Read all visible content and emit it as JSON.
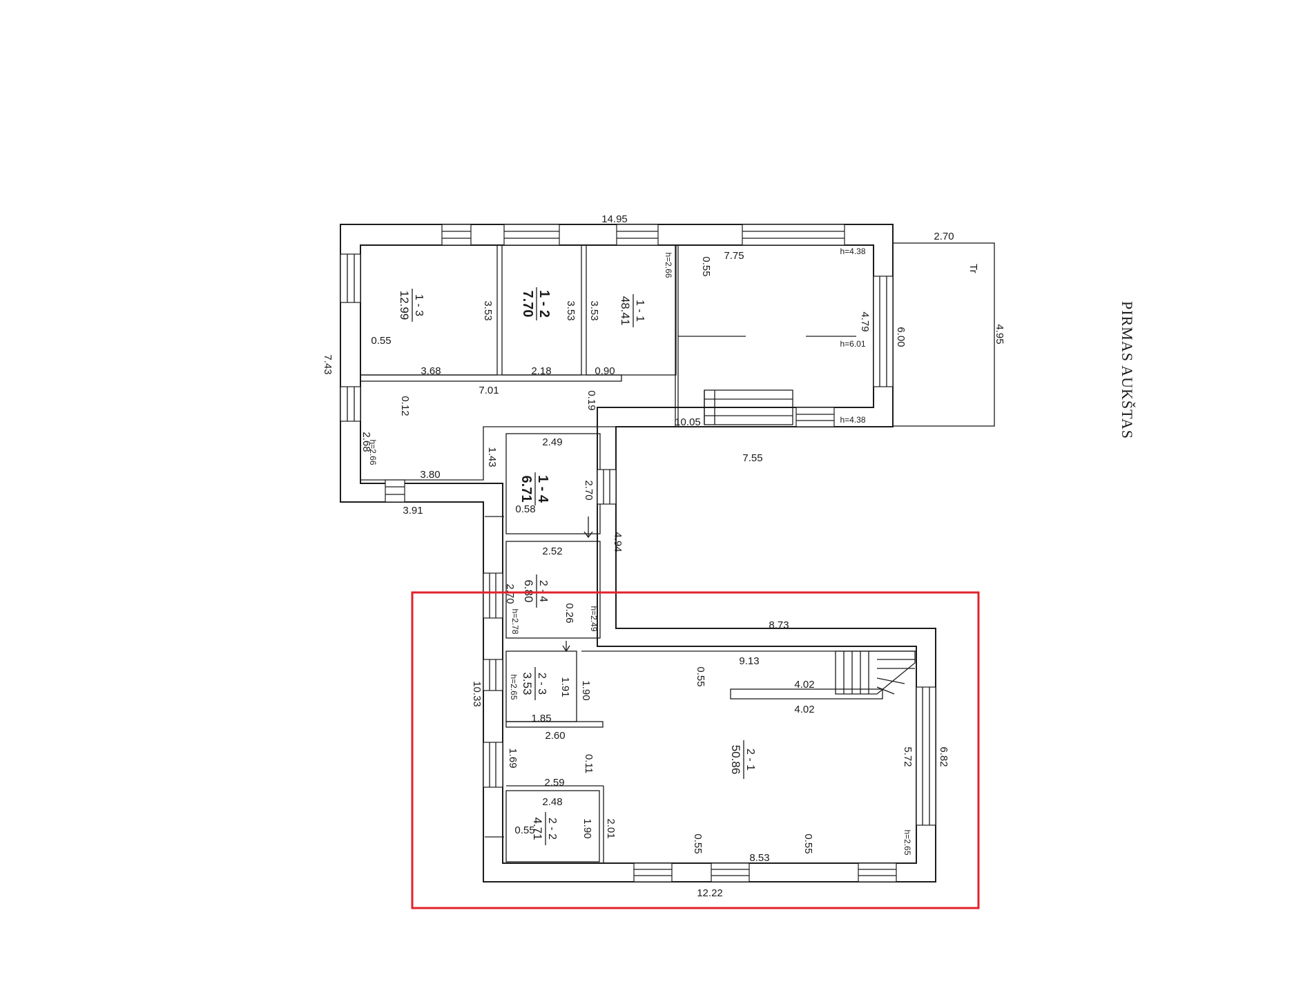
{
  "drawing": {
    "title": "PIRMAS AUKŠTAS",
    "terrace_label": "Tr"
  },
  "colors": {
    "line": "#1a1a1a",
    "highlight": "#e1222b",
    "background": "#ffffff"
  },
  "rooms": [
    {
      "id": "1 - 3",
      "area": "12.99"
    },
    {
      "id": "1 - 2",
      "area": "7.70"
    },
    {
      "id": "1 - 1",
      "area": "48.41"
    },
    {
      "id": "1 - 4",
      "area": "6.71"
    },
    {
      "id": "2 - 4",
      "area": "6.80"
    },
    {
      "id": "2 - 3",
      "area": "3.53"
    },
    {
      "id": "2 - 1",
      "area": "50.86"
    },
    {
      "id": "2 - 2",
      "area": "4.71"
    }
  ],
  "dimensions": [
    "14.95",
    "2.70",
    "4.95",
    "7.75",
    "0.55",
    "3.53",
    "3.53",
    "3.53",
    "0.55",
    "7.43",
    "3.68",
    "2.18",
    "0.90",
    "7.01",
    "0.12",
    "0.19",
    "4.79",
    "6.00",
    "10.05",
    "2.49",
    "2.68",
    "1.43",
    "3.80",
    "2.70",
    "3.91",
    "0.58",
    "7.55",
    "4.94",
    "2.52",
    "2.70",
    "0.26",
    "8.73",
    "9.13",
    "0.55",
    "1.91",
    "1.90",
    "4.02",
    "4.02",
    "10.33",
    "1.85",
    "2.60",
    "1.69",
    "0.11",
    "5.72",
    "6.82",
    "2.59",
    "2.48",
    "1.90",
    "2.01",
    "0.55",
    "0.55",
    "0.55",
    "8.53",
    "12.22"
  ],
  "heights": [
    "h=2.66",
    "h=4.38",
    "h=6.01",
    "h=4.38",
    "h=2.66",
    "h=2.49",
    "h=2.78",
    "h=2.65",
    "h=2.65"
  ]
}
